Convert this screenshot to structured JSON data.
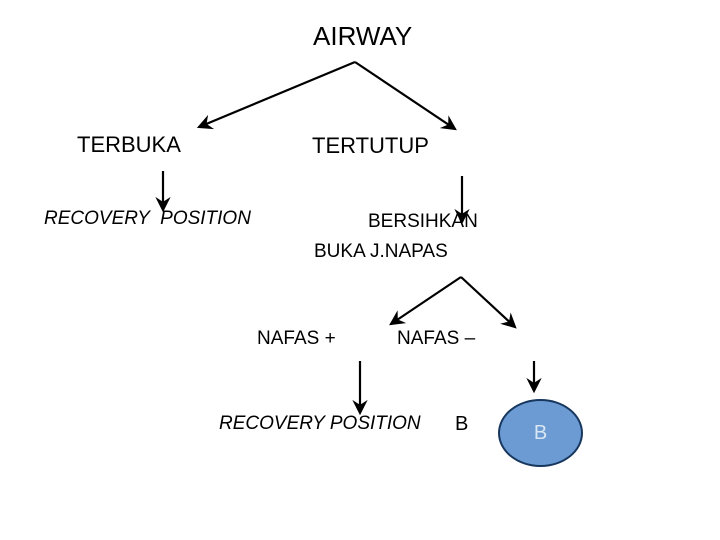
{
  "diagram": {
    "title": "AIRWAY",
    "nodes": {
      "airway": "AIRWAY",
      "terbuka": "TERBUKA",
      "tertutup": "TERTUTUP",
      "recovery_top": "RECOVERY  POSITION",
      "bersihkan": "BERSIHKAN",
      "buka_jnapas": "BUKA J.NAPAS",
      "nafas_plus": "NAFAS +",
      "nafas_minus": "NAFAS –",
      "recovery_bottom": "RECOVERY POSITION",
      "b_text": "B",
      "ellipse_b": "B"
    },
    "colors": {
      "background": "#ffffff",
      "line": "#000000",
      "text": "#000000",
      "ellipse_fill": "#6b9bd2",
      "ellipse_stroke": "#17375e",
      "ellipse_text": "#d9e6f4"
    }
  }
}
